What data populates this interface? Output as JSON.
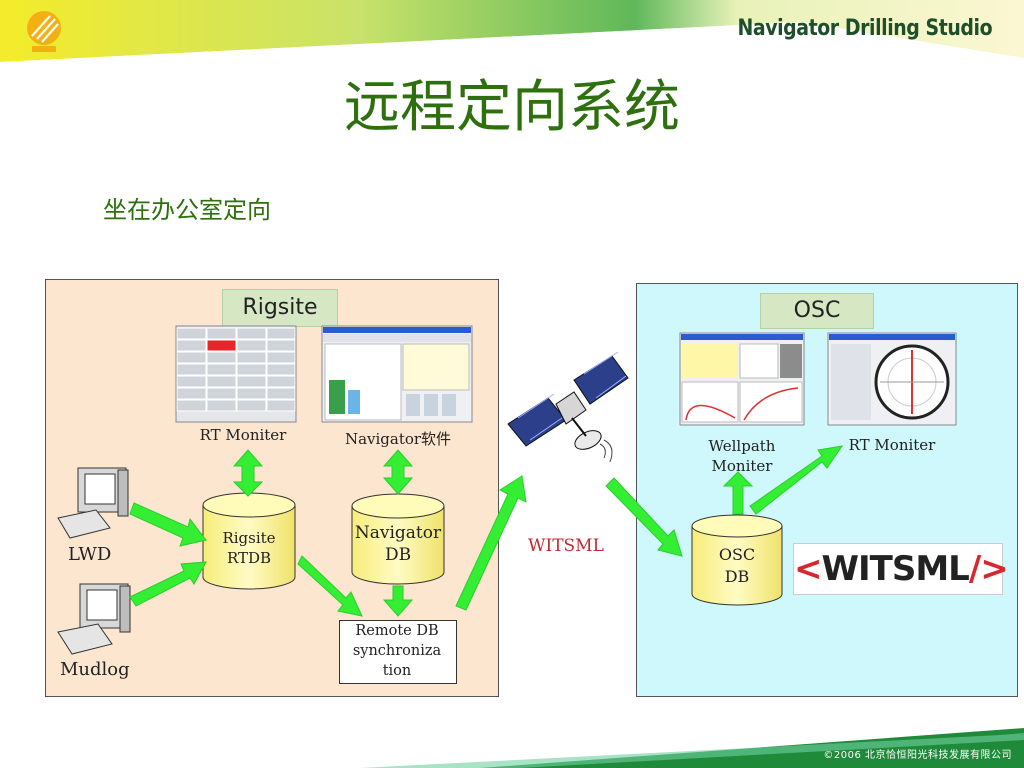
{
  "header": {
    "brand": "Navigator Drilling Studio",
    "title": "远程定向系统",
    "subtitle": "坐在办公室定向"
  },
  "rigsite": {
    "label": "Rigsite",
    "rt_moniter_label": "RT Moniter",
    "navigator_label": "Navigator软件",
    "rtdb_lines": [
      "Rigsite",
      "RTDB"
    ],
    "navdb_lines": [
      "Navigator",
      "DB"
    ],
    "lwd_label": "LWD",
    "mudlog_label": "Mudlog",
    "sync_lines": [
      "Remote DB",
      "synchroniza",
      "tion"
    ]
  },
  "link": {
    "witsml_text": "WITSML"
  },
  "osc": {
    "label": "OSC",
    "wellpath_lines": [
      "Wellpath",
      "Moniter"
    ],
    "rt_moniter_label": "RT Moniter",
    "db_lines": [
      "OSC",
      "DB"
    ],
    "logo_open": "<",
    "logo_word": "WITSML",
    "logo_close": "/>"
  },
  "footer": {
    "copyright": "©2006  北京恰恒阳光科技发展有限公司"
  },
  "colors": {
    "title_green": "#2e6f0e",
    "arrow_green": "#33ee33",
    "rigsite_panel": "#fce6cf",
    "osc_panel": "#cef8fb",
    "cylinder_fill": "#fdf7a6",
    "witsml_red": "#c0282f"
  }
}
